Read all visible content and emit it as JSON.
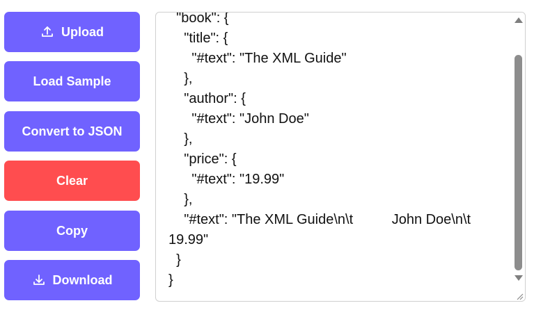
{
  "buttons": {
    "upload": {
      "label": "Upload",
      "icon": "upload-icon"
    },
    "load_sample": {
      "label": "Load Sample"
    },
    "convert": {
      "label": "Convert to JSON"
    },
    "clear": {
      "label": "Clear"
    },
    "copy": {
      "label": "Copy"
    },
    "download": {
      "label": "Download",
      "icon": "download-icon"
    }
  },
  "colors": {
    "primary": "#7062ff",
    "danger": "#ff4d4f"
  },
  "output": {
    "text": "  \"book\": {\n    \"title\": {\n      \"#text\": \"The XML Guide\"\n    },\n    \"author\": {\n      \"#text\": \"John Doe\"\n    },\n    \"price\": {\n      \"#text\": \"19.99\"\n    },\n    \"#text\": \"The XML Guide\\n\\t          John Doe\\n\\t 19.99\"\n  }\n}"
  }
}
